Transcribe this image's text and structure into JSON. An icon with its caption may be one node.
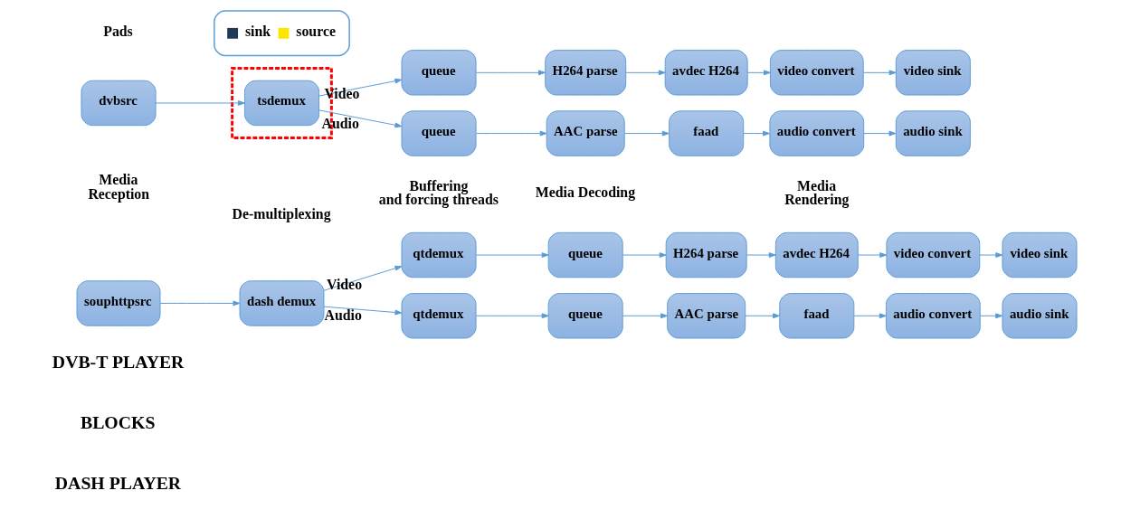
{
  "diagram": {
    "nodes": [
      {
        "text": [
          "dvbsrc"
        ]
      },
      {
        "text": [],
        "shape": "box"
      },
      {
        "text": [
          "tsdemux"
        ],
        "in": 1
      },
      {
        "text": [
          "queue"
        ]
      },
      {
        "text": [
          "H264 parse"
        ]
      },
      {
        "text": [
          "avdec H264"
        ]
      },
      {
        "text": [
          "video convert"
        ]
      },
      {
        "text": [
          "video sink"
        ]
      },
      {
        "text": [
          "queue"
        ]
      },
      {
        "text": [
          "AAC parse"
        ]
      },
      {
        "text": [
          "faad"
        ]
      },
      {
        "text": [
          "audio convert"
        ]
      },
      {
        "text": [
          "audio sink"
        ]
      },
      {
        "text": [
          "souphttpsrc"
        ]
      },
      {
        "text": [
          "dash demux"
        ]
      },
      {
        "text": [
          "qtdemux"
        ]
      },
      {
        "text": [
          "queue"
        ]
      },
      {
        "text": [
          "H264 parse"
        ]
      },
      {
        "text": [
          "avdec H264"
        ]
      },
      {
        "text": [
          "video convert"
        ]
      },
      {
        "text": [
          "video sink"
        ]
      },
      {
        "text": [
          "qtdemux"
        ]
      },
      {
        "text": [
          "queue"
        ]
      },
      {
        "text": [
          "AAC parse"
        ]
      },
      {
        "text": [
          "faad"
        ]
      },
      {
        "text": [
          "audio convert"
        ]
      },
      {
        "text": [
          "audio sink"
        ]
      }
    ],
    "edges": [
      {
        "from": 0,
        "to": 2,
        "arrow": "to"
      },
      {
        "from": 2,
        "to": 3,
        "arrow": "to",
        "label": "Video"
      },
      {
        "from": 2,
        "to": 8,
        "arrow": "to",
        "label": "Audio"
      },
      {
        "from": 3,
        "to": 4,
        "arrow": "to"
      },
      {
        "from": 4,
        "to": 5,
        "arrow": "to"
      },
      {
        "from": 5,
        "to": 6,
        "arrow": "to"
      },
      {
        "from": 6,
        "to": 7,
        "arrow": "to"
      },
      {
        "from": 8,
        "to": 9,
        "arrow": "to"
      },
      {
        "from": 9,
        "to": 10,
        "arrow": "to"
      },
      {
        "from": 10,
        "to": 11,
        "arrow": "to"
      },
      {
        "from": 11,
        "to": 12,
        "arrow": "to"
      },
      {
        "from": 13,
        "to": 14,
        "arrow": "to"
      },
      {
        "from": 14,
        "to": 15,
        "arrow": "to",
        "label": "Video"
      },
      {
        "from": 14,
        "to": 21,
        "arrow": "to",
        "label": "Audio"
      },
      {
        "from": 15,
        "to": 16,
        "arrow": "to"
      },
      {
        "from": 16,
        "to": 17,
        "arrow": "to"
      },
      {
        "from": 17,
        "to": 18,
        "arrow": "to"
      },
      {
        "from": 18,
        "to": 19,
        "arrow": "to"
      },
      {
        "from": 19,
        "to": 20,
        "arrow": "to"
      },
      {
        "from": 21,
        "to": 22,
        "arrow": "to"
      },
      {
        "from": 22,
        "to": 23,
        "arrow": "to"
      },
      {
        "from": 23,
        "to": 24,
        "arrow": "to"
      },
      {
        "from": 24,
        "to": 25,
        "arrow": "to"
      },
      {
        "from": 25,
        "to": 26,
        "arrow": "to"
      }
    ],
    "labels": [
      "Pads",
      "DVB-T PLAYER",
      "BLOCKS",
      "Media Reception",
      "De-multiplexing",
      "Buffering and forcing threads",
      "Media Decoding",
      "Media Rendering",
      "DASH PLAYER"
    ],
    "legend": [
      {
        "text": "sink"
      },
      {
        "text": "source"
      }
    ]
  }
}
